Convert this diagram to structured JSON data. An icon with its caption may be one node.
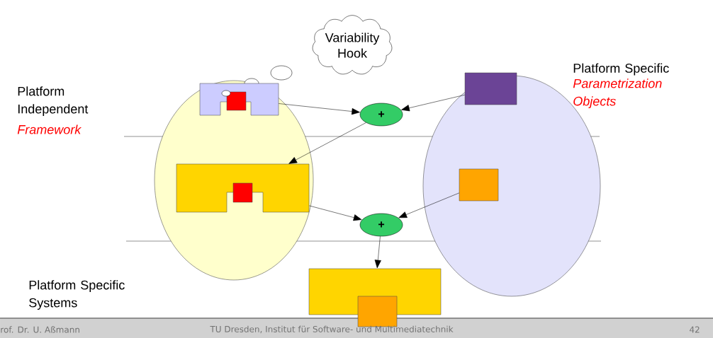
{
  "diagram": {
    "nodes": [
      {
        "text": [
          "Variability Hook"
        ]
      },
      {
        "text": [],
        "shape": "ellipse"
      },
      {
        "text": [],
        "shape": "ellipse"
      },
      {
        "text": [],
        "shape": "box",
        "in": 1
      },
      {
        "text": [],
        "shape": "box",
        "in": 1
      },
      {
        "text": [],
        "shape": "box",
        "in": 2
      },
      {
        "text": [],
        "shape": "box",
        "in": 2
      },
      {
        "text": [
          "+"
        ]
      },
      {
        "text": [
          "+"
        ]
      },
      {
        "text": [],
        "shape": "box"
      }
    ],
    "edges": [
      {
        "from": 3,
        "to": 7,
        "arrow": "to"
      },
      {
        "from": 5,
        "to": 7,
        "arrow": "to"
      },
      {
        "from": 7,
        "to": 4,
        "arrow": "to"
      },
      {
        "from": 4,
        "to": 8,
        "arrow": "to"
      },
      {
        "from": 6,
        "to": 8,
        "arrow": "to"
      },
      {
        "from": 8,
        "to": 9,
        "arrow": "to"
      }
    ],
    "labels": [
      "Platform Independent",
      "Framework",
      "Platform Specific",
      "Parametrization Objects",
      "Platform Specific Systems",
      "rof. Dr. U. Aßmann",
      "TU Dresden, Institut für Software- und Multimediatechnik",
      "42"
    ]
  }
}
